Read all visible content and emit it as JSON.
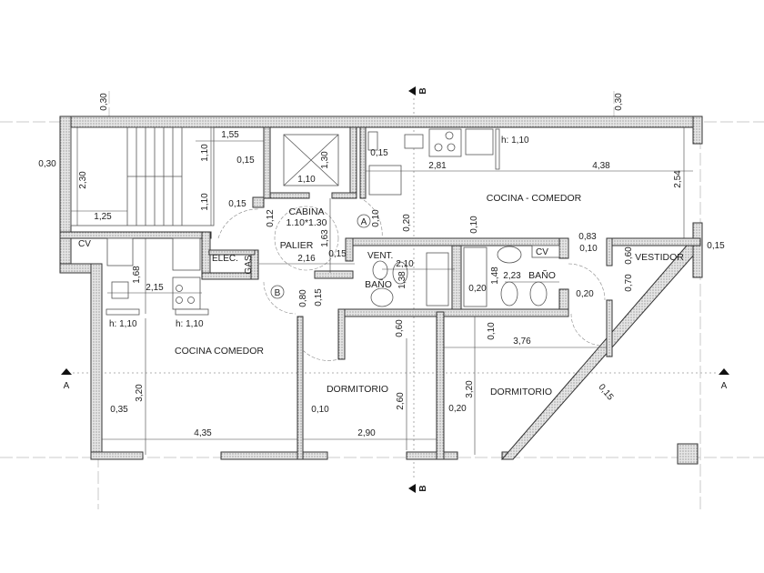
{
  "rooms": {
    "cabina": "CABINA",
    "cabina_size": "1.10*1.30",
    "palier": "PALIER",
    "elec": "ELEC.",
    "gas": "GAS",
    "cocina_comedor_1": "COCINA - COMEDOR",
    "cocina_comedor_2": "COCINA COMEDOR",
    "vestidor": "VESTIDOR",
    "vent": "VENT.",
    "bano_1": "BAÑO",
    "bano_2": "BAÑO",
    "cv_1": "CV",
    "cv_2": "CV",
    "h_1": "h: 1,10",
    "h_2": "h: 1,10",
    "h_3": "h: 1,10",
    "dormitorio_1": "DORMITORIO",
    "dormitorio_2": "DORMITORIO"
  },
  "markers": {
    "door_a": "A",
    "door_b": "B",
    "section_a": "A",
    "section_b": "B"
  },
  "dimensions": [
    "0,30",
    "0,30",
    "0,30",
    "1,55",
    "1,10",
    "0,15",
    "2,30",
    "1,10",
    "0,15",
    "1,25",
    "1,30",
    "1,10",
    "0,12",
    "1,63",
    "2,16",
    "0,15",
    "0,10",
    "0,20",
    "0,15",
    "2,81",
    "4,38",
    "2,54",
    "0,10",
    "0,83",
    "0,10",
    "0,15",
    "0,60",
    "0,70",
    "0,20",
    "2,10",
    "1,38",
    "0,20",
    "1,48",
    "2,23",
    "1,68",
    "2,15",
    "3,20",
    "0,35",
    "4,35",
    "0,80",
    "0,15",
    "0,60",
    "0,10",
    "3,76",
    "0,10",
    "2,90",
    "2,60",
    "3,20",
    "0,20",
    "0,15"
  ],
  "colors": {
    "wall_hatch": "#d8d8d8",
    "line": "#333333"
  }
}
